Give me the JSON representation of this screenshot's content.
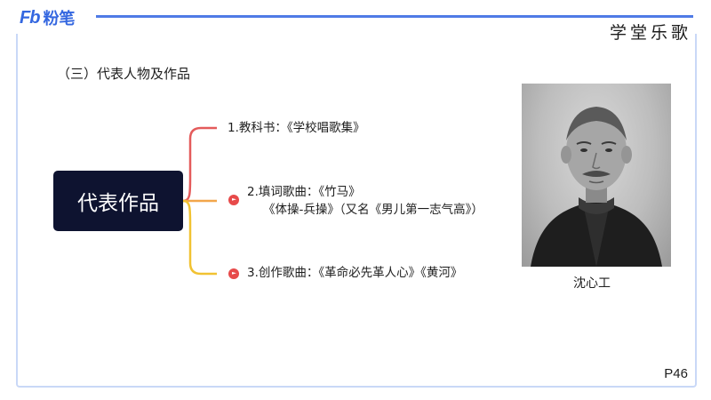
{
  "logo": {
    "mark": "Fb",
    "text": "粉笔"
  },
  "brand_right": "学堂乐歌",
  "heading": "（三）代表人物及作品",
  "center_label": "代表作品",
  "items": [
    {
      "line1": "1.教科书：《学校唱歌集》",
      "line2": ""
    },
    {
      "line1": "2.填词歌曲：《竹马》",
      "line2": "《体操-兵操》（又名《男儿第一志气高》）"
    },
    {
      "line1": "3.创作歌曲：《革命必先革人心》《黄河》",
      "line2": ""
    }
  ],
  "photo_caption": "沈心工",
  "page_number": "P46",
  "colors": {
    "accent": "#3467e0",
    "branch_red": "#e45b5b",
    "branch_orange": "#f2a64a",
    "branch_yellow": "#f1c232",
    "center_box": "#0e1330"
  }
}
